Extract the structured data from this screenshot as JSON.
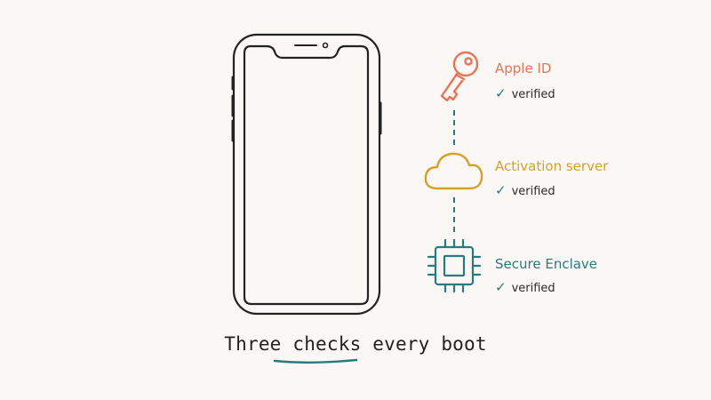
{
  "colors": {
    "background": "#faf7f5",
    "phone_stroke": "#222222",
    "apple_id": "#e87458",
    "activation": "#d4a12a",
    "enclave": "#2a7a7c",
    "connector": "#2a7a7c",
    "underline": "#2a7a7c"
  },
  "checks": [
    {
      "label": "Apple ID",
      "status": "verified",
      "icon": "key-icon",
      "check_icon": "checkmark-icon"
    },
    {
      "label": "Activation server",
      "status": "verified",
      "icon": "cloud-icon",
      "check_icon": "checkmark-icon"
    },
    {
      "label": "Secure Enclave",
      "status": "verified",
      "icon": "chip-icon",
      "check_icon": "checkmark-icon"
    }
  ],
  "caption": {
    "text": "Three checks every boot"
  },
  "device": {
    "icon": "smartphone-icon"
  }
}
